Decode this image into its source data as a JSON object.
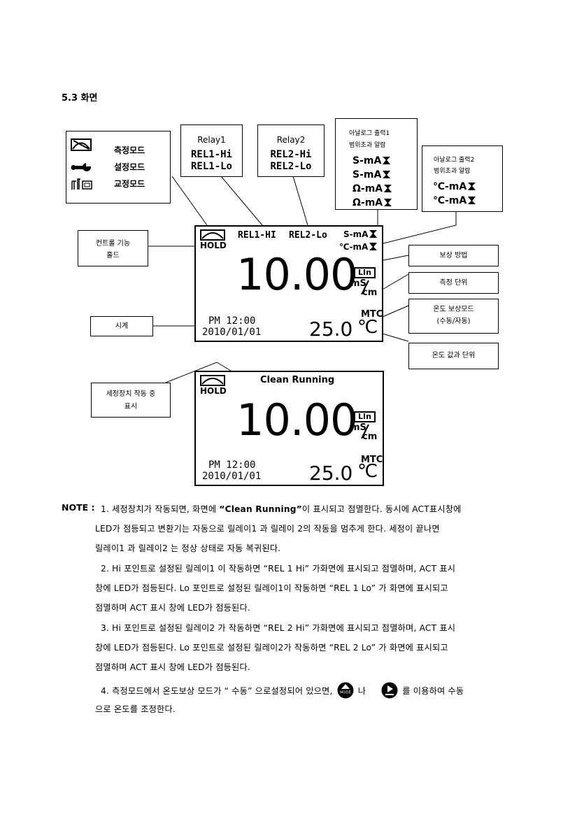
{
  "section_title": "5.3  화면",
  "mode_legend": {
    "measure": "측정모드",
    "setup": "설정모드",
    "calibrate": "교정모드"
  },
  "relay1": {
    "title": "Relay1",
    "hi": "REL1-Hi",
    "lo": "REL1-Lo"
  },
  "relay2": {
    "title": "Relay2",
    "hi": "REL2-Hi",
    "lo": "REL2-Lo"
  },
  "analog1": {
    "title_line1": "아날로그 출력1",
    "title_line2": "범위초과 알람",
    "items": [
      "S-mA",
      "S-mA",
      "Ω-mA",
      "Ω-mA"
    ]
  },
  "analog2": {
    "title_line1": "아날로그 출력2",
    "title_line2": "범위초과 알람",
    "items": [
      "℃-mA",
      "℃-mA"
    ]
  },
  "callouts": {
    "hold_line1": "컨트롤 기능",
    "hold_line2": "홀드",
    "clock": "시계",
    "comp_method": "보상 방법",
    "meas_unit": "측정 단위",
    "temp_mode_line1": "온도 보상모드",
    "temp_mode_line2": "(수동/자동)",
    "temp_value": "온도 값과 단위",
    "clean_line1": "세정장치 작동 중",
    "clean_line2": "표시"
  },
  "lcd1": {
    "hold": "HOLD",
    "rel1": "REL1-HI",
    "rel2": "REL2-Lo",
    "out1": "S-mA",
    "out2": "℃-mA",
    "value": "10.00",
    "lin": "LIn",
    "unit_top": "mS",
    "unit_bottom": "cm",
    "mtc": "MTC",
    "time": "PM 12:00",
    "date": "2010/01/01",
    "temp": "25.0",
    "temp_unit": "℃"
  },
  "lcd2": {
    "hold": "HOLD",
    "status": "Clean Running",
    "value": "10.00",
    "lin": "LIn",
    "unit_top": "mS",
    "unit_bottom": "cm",
    "mtc": "MTC",
    "time": "PM 12:00",
    "date": "2010/01/01",
    "temp": "25.0",
    "temp_unit": "℃"
  },
  "note": {
    "label": "NOTE :",
    "n1_a": "1. 세정장치가 작동되면, 화면에 ",
    "n1_b": "“Clean Running”",
    "n1_c": "이 표시되고 점멸한다. 동시에 ACT표시창에",
    "n1_l2": "LED가 점등되고 변환기는 자동으로 릴레이1 과 릴레이 2의 작동을 멈추게 한다. 세정이 끝나면",
    "n1_l3": "릴레이1 과 릴레이2 는 정상 상태로 자동 복귀된다.",
    "n2_l1": "2. Hi 포인트로 설정된 릴레이1 이 작동하면 “REL 1 Hi” 가화면에 표시되고 점멸하며, ACT 표시",
    "n2_l2": "창에 LED가 점등된다. Lo 포인트로 설정된 릴레이1이 작동하면 “REL 1 Lo” 가 화면에 표시되고",
    "n2_l3": "점멸하며 ACT 표시 창에 LED가 점등된다.",
    "n3_l1": "3. Hi 포인트로 설정된 릴레이2 가 작동하면 “REL 2 Hi” 가화면에 표시되고 점멸하며, ACT 표시",
    "n3_l2": "창에 LED가 점등된다. Lo 포인트로 설정된 릴레이2가 작동하면 “REL 2 Lo” 가 화면에 표시되고",
    "n3_l3": "점멸하며 ACT 표시 창에 LED가 점등된다.",
    "n4_a": "4. 측정모드에서 온도보상 모드가 “ 수동” 으로설정되어 있으면,",
    "n4_mid": "나",
    "n4_b": "를 이용하여 수동",
    "n4_l2": "으로 온도를 조정한다.",
    "mode_btn_label": "MODE"
  }
}
